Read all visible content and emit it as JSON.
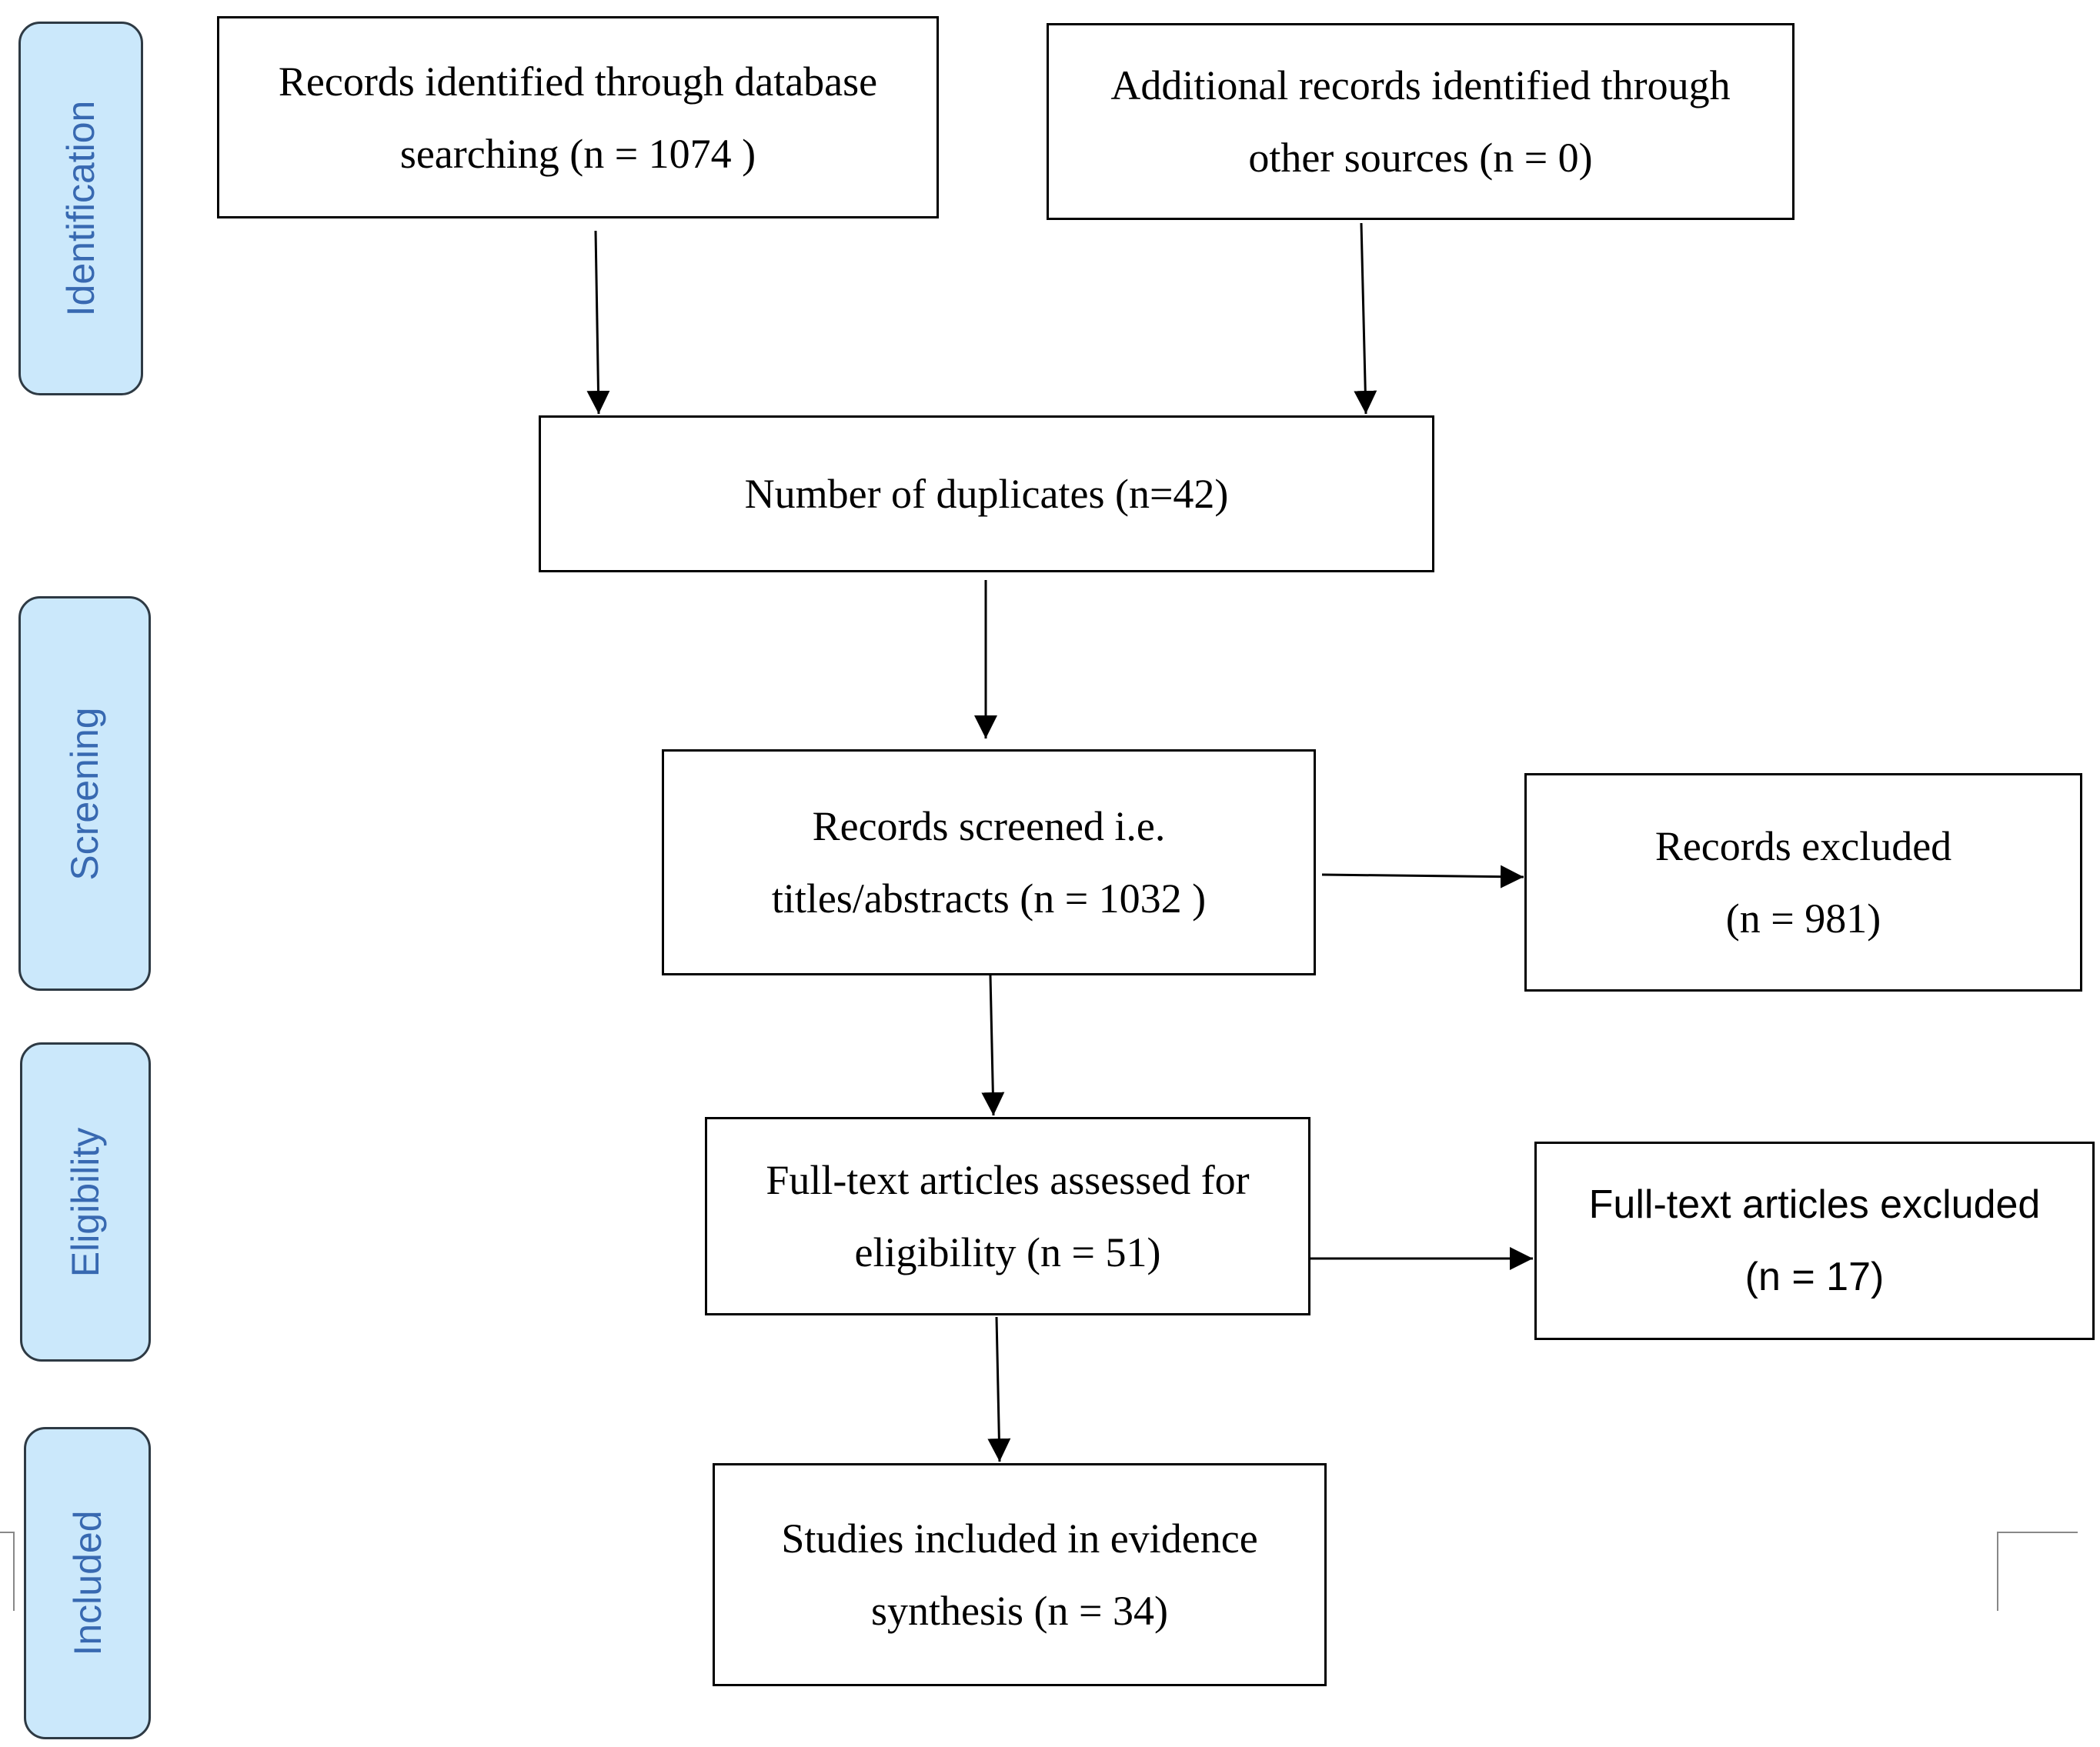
{
  "stages": [
    {
      "id": "identification",
      "label": "Identification"
    },
    {
      "id": "screening",
      "label": "Screening"
    },
    {
      "id": "eligibility",
      "label": "Eligibility"
    },
    {
      "id": "included",
      "label": "Included"
    }
  ],
  "boxes": {
    "database_search": {
      "line1": "Records identified through database",
      "line2": "searching (n = 1074 )"
    },
    "other_sources": {
      "line1": "Additional records identified through",
      "line2": "other sources (n = 0)"
    },
    "duplicates": {
      "line1": "Number of duplicates (n=42)"
    },
    "screened": {
      "line1": "Records screened i.e.",
      "line2": "titles/abstracts (n = 1032 )"
    },
    "records_excluded": {
      "line1": "Records excluded",
      "line2": "(n = 981)"
    },
    "fulltext_assessed": {
      "line1": "Full-text articles assessed for",
      "line2": "eligibility (n = 51)"
    },
    "fulltext_excluded": {
      "line1": "Full-text articles excluded",
      "line2": "(n = 17)"
    },
    "included_studies": {
      "line1": "Studies included in evidence",
      "line2": "synthesis (n = 34)"
    }
  }
}
